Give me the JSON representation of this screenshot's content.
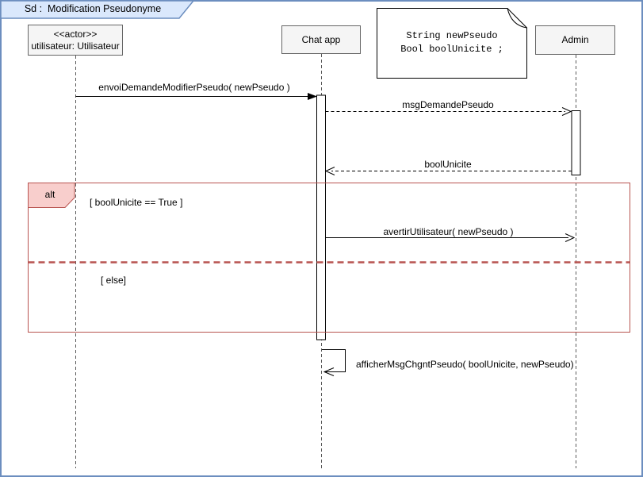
{
  "frame": {
    "title": "Sd :  Modification Pseudonyme"
  },
  "participants": {
    "utilisateur": {
      "stereotype": "<<actor>>",
      "label": "utilisateur: Utilisateur"
    },
    "chatapp": {
      "label": "Chat app"
    },
    "admin": {
      "label": "Admin"
    }
  },
  "note": {
    "line1": "String newPseudo",
    "line2": "Bool boolUnicite ;"
  },
  "messages": {
    "envoi": {
      "label": "envoiDemandeModifierPseudo( newPseudo )",
      "from": "utilisateur",
      "to": "chatapp",
      "style": "solid"
    },
    "demande": {
      "label": "msgDemandePseudo",
      "from": "chatapp",
      "to": "admin",
      "style": "dashed"
    },
    "bool": {
      "label": "boolUnicite",
      "from": "admin",
      "to": "chatapp",
      "style": "dashed"
    },
    "avertir": {
      "label": "avertirUtilisateur( newPseudo )",
      "from": "chatapp",
      "to": "admin",
      "style": "solid"
    },
    "afficher": {
      "label": "afficherMsgChgntPseudo( boolUnicite, newPseudo)",
      "from": "chatapp",
      "to": "chatapp",
      "style": "self"
    }
  },
  "alt_frame": {
    "operator": "alt",
    "guard_true": "[ boolUnicite == True ]",
    "guard_else": "[ else]"
  },
  "colors": {
    "page_border": "#6c8ebf",
    "tab_fill": "#dae8fc",
    "alt_border": "#b85450",
    "alt_fill": "#f8cecc",
    "participant_fill": "#f5f5f5",
    "participant_border": "#666666"
  }
}
